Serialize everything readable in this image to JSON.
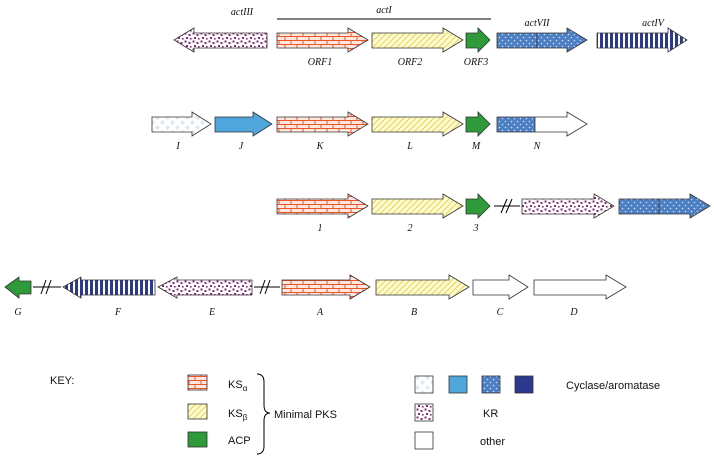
{
  "colors": {
    "ks_alpha_fill": "#fde7de",
    "ks_alpha_line": "#e8572a",
    "ks_beta_fill": "#fffbd6",
    "ks_beta_line": "#e7d64a",
    "acp": "#2e9a3a",
    "cyclase_light": "#e3eefa",
    "cyclase_blue": "#4ea6dc",
    "cyclase_dot": "#4d7fc4",
    "cyclase_stripe": "#2b3a8f",
    "kr_fill": "#ffffff",
    "kr_dot": "#8b2a7a"
  },
  "cluster_1": {
    "acti_label": "actI",
    "actiii_label": "actIII",
    "actvii_label": "actVII",
    "activ_label": "actIV",
    "orf1_label": "ORF1",
    "orf2_label": "ORF2",
    "orf3_label": "ORF3"
  },
  "cluster_2": {
    "labels": [
      "I",
      "J",
      "K",
      "L",
      "M",
      "N"
    ]
  },
  "cluster_3": {
    "labels": [
      "1",
      "2",
      "3"
    ]
  },
  "cluster_4": {
    "labels": [
      "G",
      "F",
      "E",
      "A",
      "B",
      "C",
      "D"
    ]
  },
  "key": {
    "title": "KEY:",
    "ks_prefix": "KS",
    "ks_alpha_sub": "α",
    "ks_beta_sub": "β",
    "acp_label": "ACP",
    "minimal_pks_label": "Minimal PKS",
    "cyclase_label": "Cyclase/aromatase",
    "kr_label": "KR",
    "other_label": "other"
  }
}
